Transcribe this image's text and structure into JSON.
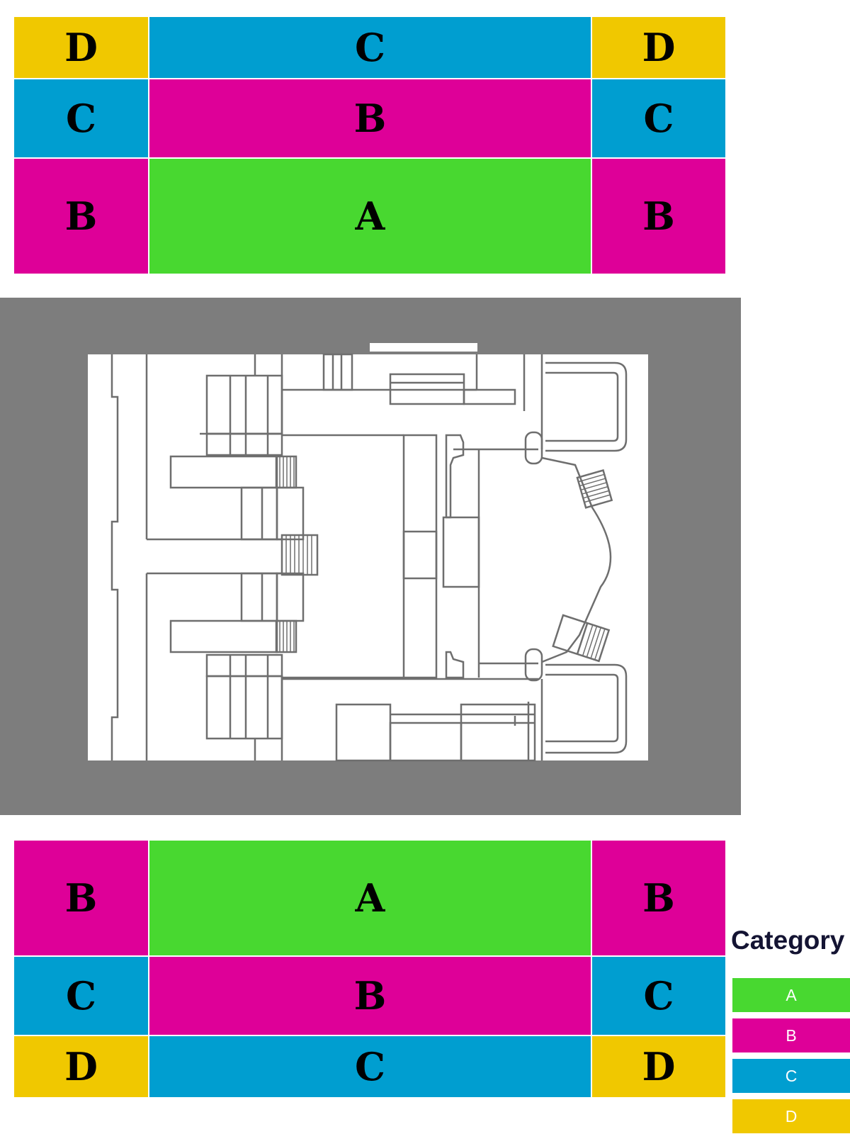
{
  "categories": {
    "A": "#48d830",
    "B": "#de0098",
    "C": "#009ed0",
    "D": "#f0c800"
  },
  "top_section": {
    "rows": [
      [
        "D",
        "C",
        "D"
      ],
      [
        "C",
        "B",
        "C"
      ],
      [
        "B",
        "A",
        "B"
      ]
    ]
  },
  "bottom_section": {
    "rows": [
      [
        "B",
        "A",
        "B"
      ],
      [
        "C",
        "B",
        "C"
      ],
      [
        "D",
        "C",
        "D"
      ]
    ]
  },
  "stage": {
    "surround_color": "#7d7d7d",
    "floor_color": "#ffffff",
    "line_color": "#6e6e6e"
  },
  "legend": {
    "title": "Category",
    "items": [
      "A",
      "B",
      "C",
      "D"
    ]
  }
}
